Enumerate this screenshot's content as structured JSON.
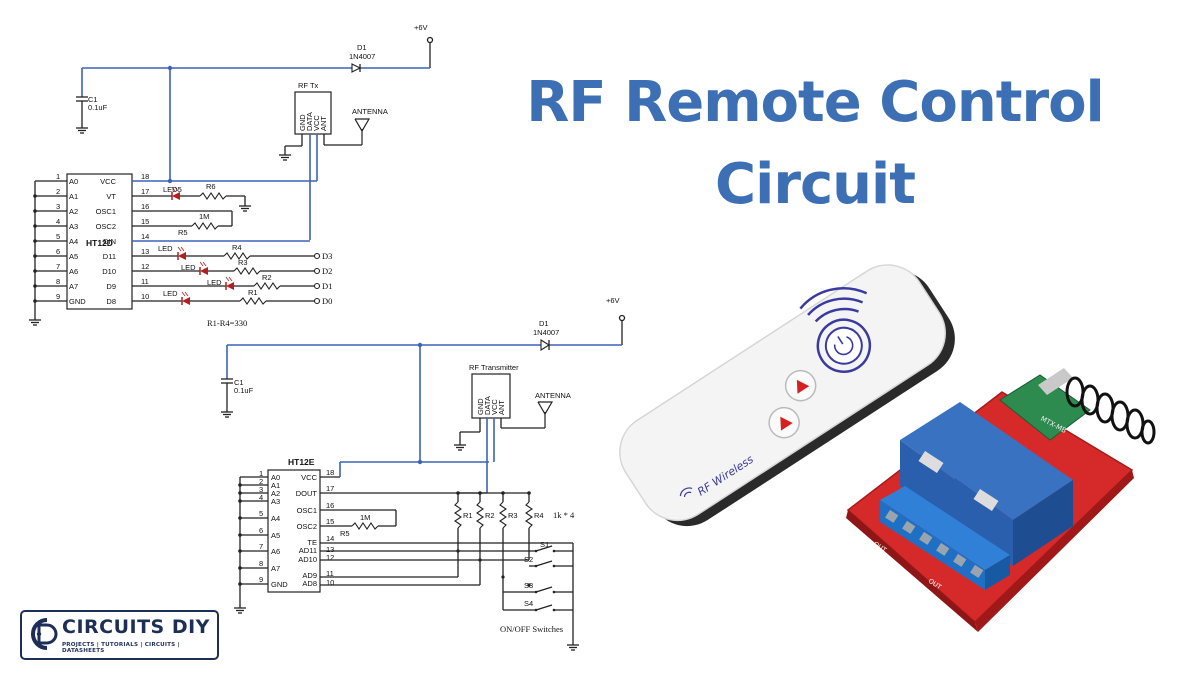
{
  "title": {
    "line1": "RF Remote Control",
    "line2": "Circuit"
  },
  "receiver": {
    "supply": "+6V",
    "diode": "D1",
    "diode_part": "1N4007",
    "cap": "C1",
    "cap_value": "0.1uF",
    "module": "RF Tx",
    "module_pins": [
      "GND",
      "DATA",
      "VCC",
      "ANT"
    ],
    "antenna": "ANTENNA",
    "ic": "HT12D",
    "left_pins": [
      {
        "num": "1",
        "name": "A0"
      },
      {
        "num": "2",
        "name": "A1"
      },
      {
        "num": "3",
        "name": "A2"
      },
      {
        "num": "4",
        "name": "A3"
      },
      {
        "num": "5",
        "name": "A4"
      },
      {
        "num": "6",
        "name": "A5"
      },
      {
        "num": "7",
        "name": "A6"
      },
      {
        "num": "8",
        "name": "A7"
      },
      {
        "num": "9",
        "name": "GND"
      }
    ],
    "right_pins": [
      {
        "num": "18",
        "name": "VCC"
      },
      {
        "num": "17",
        "name": "VT"
      },
      {
        "num": "16",
        "name": "OSC1"
      },
      {
        "num": "15",
        "name": "OSC2"
      },
      {
        "num": "14",
        "name": "DIN"
      },
      {
        "num": "13",
        "name": "D11"
      },
      {
        "num": "12",
        "name": "D10"
      },
      {
        "num": "11",
        "name": "D9"
      },
      {
        "num": "10",
        "name": "D8"
      }
    ],
    "led5": "LED5",
    "r6": "R6",
    "r5": "R5",
    "r5_value": "1M",
    "led_label": "LED",
    "resistors": [
      "R4",
      "R3",
      "R2",
      "R1"
    ],
    "outputs": [
      "D3",
      "D2",
      "D1",
      "D0"
    ],
    "note": "R1-R4=330"
  },
  "transmitter": {
    "supply": "+6V",
    "diode": "D1",
    "diode_part": "1N4007",
    "cap": "C1",
    "cap_value": "0.1uF",
    "module": "RF Transmitter",
    "module_pins": [
      "GND",
      "DATA",
      "VCC",
      "ANT"
    ],
    "antenna": "ANTENNA",
    "ic": "HT12E",
    "left_pins": [
      {
        "num": "1",
        "name": "A0"
      },
      {
        "num": "2",
        "name": "A1"
      },
      {
        "num": "3",
        "name": "A2"
      },
      {
        "num": "4",
        "name": "A3"
      },
      {
        "num": "5",
        "name": "A4"
      },
      {
        "num": "6",
        "name": "A5"
      },
      {
        "num": "7",
        "name": "A6"
      },
      {
        "num": "8",
        "name": "A7"
      },
      {
        "num": "9",
        "name": "GND"
      }
    ],
    "right_pins": [
      {
        "num": "18",
        "name": "VCC"
      },
      {
        "num": "17",
        "name": "DOUT"
      },
      {
        "num": "16",
        "name": "OSC1"
      },
      {
        "num": "15",
        "name": "OSC2"
      },
      {
        "num": "14",
        "name": "TE"
      },
      {
        "num": "13",
        "name": "AD11"
      },
      {
        "num": "12",
        "name": "AD10"
      },
      {
        "num": "11",
        "name": "AD9"
      },
      {
        "num": "10",
        "name": "AD8"
      }
    ],
    "r5": "R5",
    "r5_value": "1M",
    "resistors": [
      "R1",
      "R2",
      "R3",
      "R4"
    ],
    "res_note": "1k * 4",
    "switches": [
      "S1",
      "S2",
      "S3",
      "S4"
    ],
    "switch_note": "ON/OFF Switches"
  },
  "remote": {
    "brand": "RF Wireless"
  },
  "relay": {
    "module_label": "MTX-MB",
    "terminal_label": "OUT"
  },
  "logo": {
    "brand": "CIRCUITS DIY",
    "tagline": "PROJECTS | TUTORIALS | CIRCUITS | DATASHEETS"
  },
  "colors": {
    "title": "#3d6fb5",
    "wire": "#3b63b8",
    "led": "#b02020",
    "board": "#d62a2a",
    "relay": "#2a5fae",
    "terminal": "#1f6fc4",
    "logo": "#1d2f57"
  }
}
